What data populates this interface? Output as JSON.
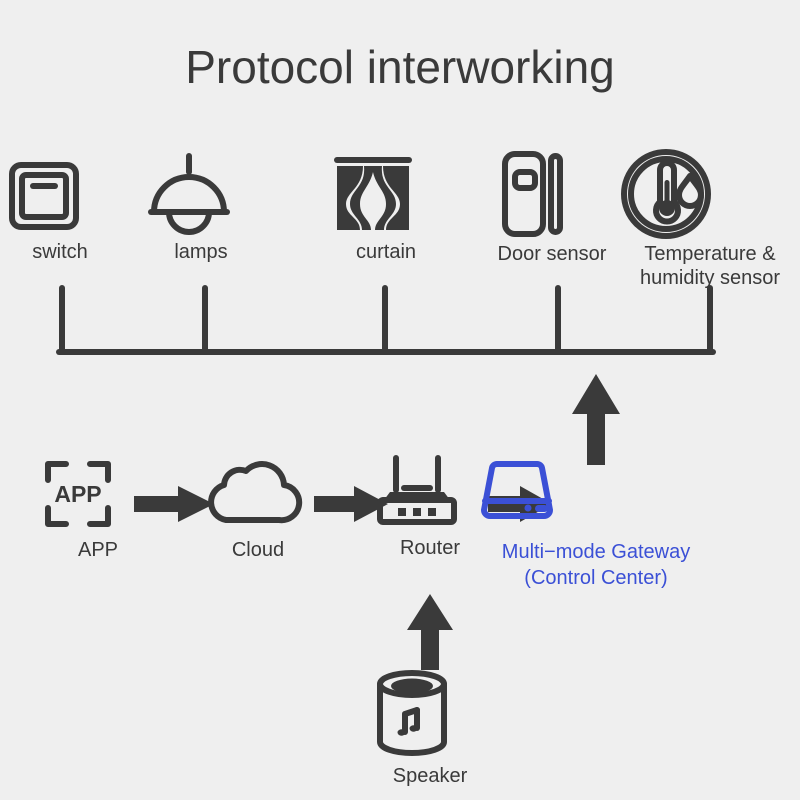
{
  "page": {
    "title": "Protocol interworking",
    "background_color": "#efefef",
    "ink_color": "#3a3a3a",
    "accent_color": "#3b50d6"
  },
  "devices": {
    "section_name": "end-devices",
    "items": [
      {
        "icon": "wall-switch-icon",
        "label": "switch"
      },
      {
        "icon": "pendant-lamp-icon",
        "label": "lamps"
      },
      {
        "icon": "curtain-icon",
        "label": "curtain"
      },
      {
        "icon": "door-sensor-icon",
        "label": "Door sensor"
      },
      {
        "icon": "temp-humidity-sensor-icon",
        "label_line1": "Temperature &",
        "label_line2": "humidity sensor"
      }
    ]
  },
  "chain": {
    "section_name": "control-chain",
    "items": [
      {
        "icon": "app-icon",
        "label": "APP",
        "icon_text": "APP"
      },
      {
        "icon": "cloud-icon",
        "label": "Cloud"
      },
      {
        "icon": "router-icon",
        "label": "Router"
      },
      {
        "icon": "gateway-icon",
        "label_line1": "Multi−mode Gateway",
        "label_line2": "(Control Center)",
        "highlight": true
      }
    ],
    "arrows": [
      {
        "name": "arrow-app-to-cloud",
        "direction": "right"
      },
      {
        "name": "arrow-cloud-to-router",
        "direction": "right"
      },
      {
        "name": "arrow-router-to-gateway",
        "direction": "right"
      },
      {
        "name": "arrow-gateway-to-devices",
        "direction": "up"
      },
      {
        "name": "arrow-speaker-to-router",
        "direction": "up"
      }
    ]
  },
  "speaker": {
    "icon": "speaker-icon",
    "label": "Speaker"
  }
}
